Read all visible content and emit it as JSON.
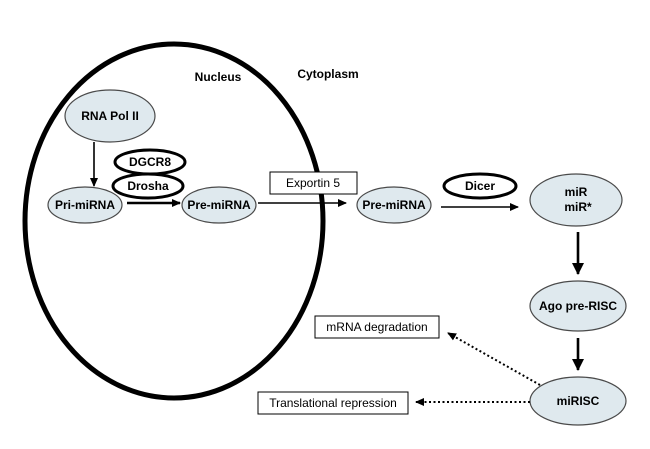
{
  "compartments": {
    "nucleus": "Nucleus",
    "cytoplasm": "Cytoplasm"
  },
  "nodes": {
    "rna_pol_ii": "RNA Pol II",
    "pri_mirna": "Pri-miRNA",
    "pre_mirna_nuclear": "Pre-miRNA",
    "pre_mirna_cytoplasm": "Pre-miRNA",
    "mir_line1": "miR",
    "mir_line2": "miR*",
    "ago_pre_risc": "Ago pre-RISC",
    "mirisc": "miRISC"
  },
  "enzymes": {
    "dgcr8": "DGCR8",
    "drosha": "Drosha",
    "dicer": "Dicer"
  },
  "boxes": {
    "exportin5": "Exportin 5",
    "mrna_degradation": "mRNA degradation",
    "translational_repression": "Translational repression"
  },
  "colors": {
    "node_fill": "#dfe9ee",
    "outline": "#000000"
  }
}
